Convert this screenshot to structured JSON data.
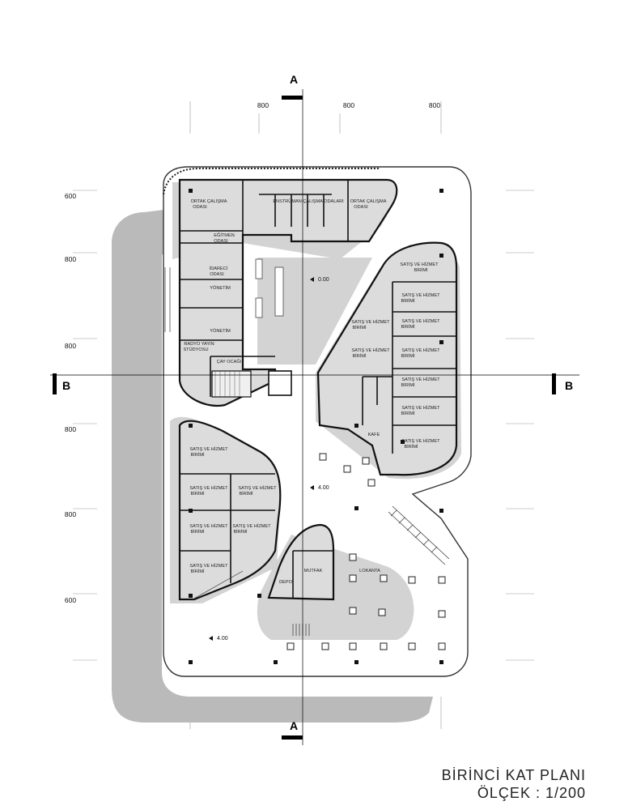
{
  "title": "BİRİNCİ KAT PLANI",
  "scale": "ÖLÇEK : 1/200",
  "section_marks": {
    "a": "A",
    "b": "B"
  },
  "dimensions": {
    "top": [
      "800",
      "800",
      "800"
    ],
    "left": [
      "600",
      "800",
      "800",
      "800",
      "800",
      "600"
    ]
  },
  "levels": {
    "courtyard": "0.00",
    "plaza": "4.00",
    "south": "4.00"
  },
  "rooms": {
    "ortak_w_1": "ORTAK ÇALIŞMA",
    "ortak_w_2": "ODASI",
    "enstruman": "ENSTRÜMAN ÇALIŞMA ODALARI",
    "ortak_e_1": "ORTAK ÇALIŞMA",
    "ortak_e_2": "ODASI",
    "egitmen_1": "EĞİTMEN",
    "egitmen_2": "ODASI",
    "idareci_1": "İDARECİ",
    "idareci_2": "ODASI",
    "yonetim_1": "YÖNETİM",
    "yonetim_2": "YÖNETİM",
    "radyo_1": "RADYO YAYIN",
    "radyo_2": "STÜDYOSU",
    "cay": "ÇAY OCAĞI",
    "unit_line1": "SATIŞ VE HİZMET",
    "unit_line2": "BİRİMİ",
    "kafe": "KAFE",
    "depo": "DEPO",
    "mutfak": "MUTFAK",
    "lokanta": "LOKANTA"
  },
  "colors": {
    "shadow": "#b8b8b8",
    "floor": "#d4d4d4",
    "wall": "#111111"
  }
}
